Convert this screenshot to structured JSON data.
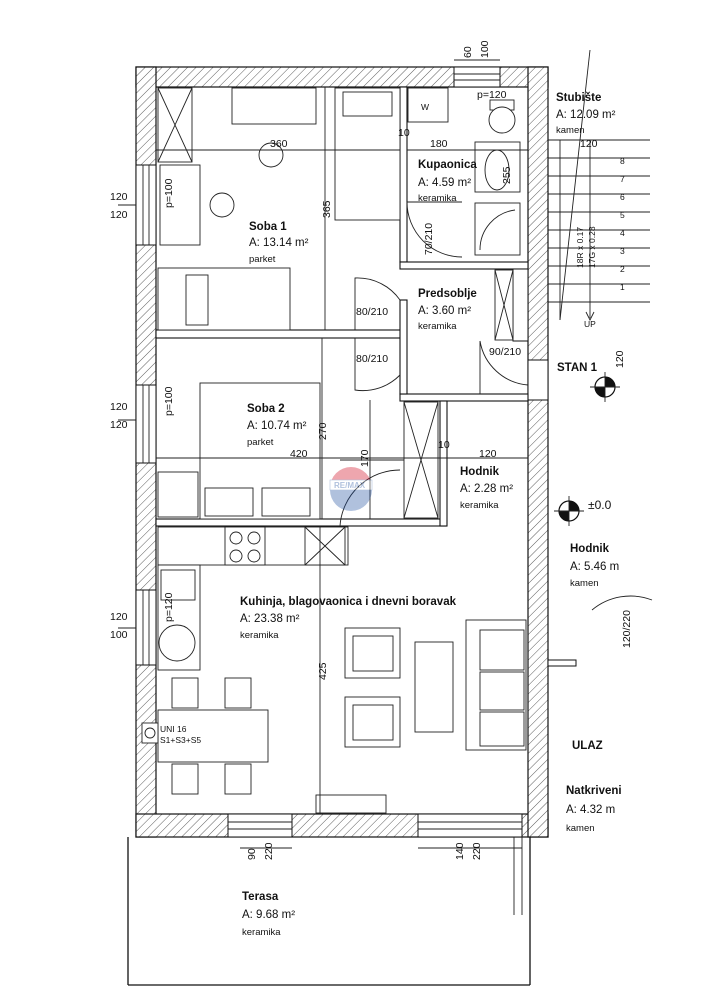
{
  "rooms": {
    "stubiste": {
      "name": "Stubište",
      "area": "A: 12.09  m²",
      "material": "kamen"
    },
    "kupaonica": {
      "name": "Kupaonica",
      "area": "A: 4.59  m²",
      "material": "keramika"
    },
    "soba1": {
      "name": "Soba 1",
      "area": "A: 13.14  m²",
      "material": "parket"
    },
    "predsoblje": {
      "name": "Predsoblje",
      "area": "A: 3.60  m²",
      "material": "keramika"
    },
    "soba2": {
      "name": "Soba 2",
      "area": "A: 10.74  m²",
      "material": "parket"
    },
    "hodnik_in": {
      "name": "Hodnik",
      "area": "A: 2.28  m²",
      "material": "keramika"
    },
    "hodnik_out": {
      "name": "Hodnik",
      "area": "A: 5.46  m",
      "material": "kamen"
    },
    "kuhinja": {
      "name": "Kuhinja, blagovaonica i dnevni boravak",
      "area": "A: 23.38  m²",
      "material": "keramika"
    },
    "natkriveni": {
      "name": "Natkriveni",
      "area": "A: 4.32  m",
      "material": "kamen"
    },
    "terasa": {
      "name": "Terasa",
      "area": "A: 9.68  m²",
      "material": "keramika"
    }
  },
  "labels": {
    "stan": "STAN 1",
    "ulaz": "ULAZ",
    "level": "±0.0",
    "up": "UP",
    "stair_18r": "18R x 0.17",
    "stair_17g": "17G x 0.28",
    "uni_1": "UNI 16",
    "uni_2": "S1+S3+S5",
    "watermark": "RE/MAX",
    "wm_marker": "W"
  },
  "dims": {
    "top_60": "60",
    "top_100": "100",
    "p120_top": "p=120",
    "d360": "360",
    "d180": "180",
    "d365": "365",
    "d255": "255",
    "d70_210": "70/210",
    "d80_210a": "80/210",
    "d80_210b": "80/210",
    "d90_210": "90/210",
    "d10a": "10",
    "d10b": "10",
    "d270": "270",
    "d420": "420",
    "d170": "170",
    "d120_hod": "120",
    "d425": "425",
    "d120_stan": "120",
    "w1_a": "120",
    "w1_b": "120",
    "w1_p": "p=100",
    "w2_a": "120",
    "w2_b": "120",
    "w2_p": "p=100",
    "w3_a": "120",
    "w3_b": "100",
    "w3_p": "p=120",
    "b_90": "90",
    "b_220a": "220",
    "b_140": "140",
    "b_220b": "220",
    "door_120_220": "120/220",
    "stair_steps": [
      "1",
      "2",
      "3",
      "4",
      "5",
      "6",
      "7",
      "8"
    ]
  }
}
